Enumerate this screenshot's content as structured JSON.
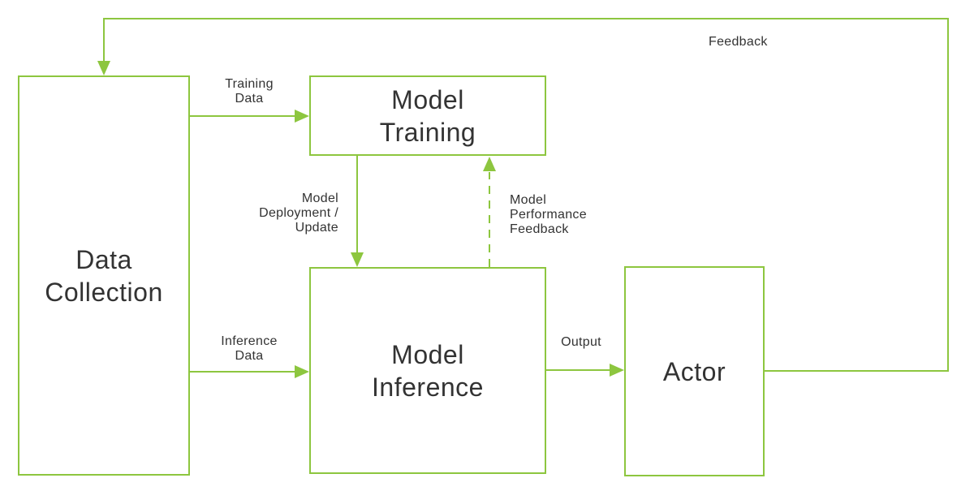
{
  "diagram": {
    "title": "ML model lifecycle flow diagram",
    "colors": {
      "accent": "#8DC63F",
      "text": "#333333",
      "background": "#FFFFFF"
    }
  },
  "nodes": {
    "data_collection": {
      "lines": [
        "Data",
        "Collection"
      ]
    },
    "model_training": {
      "lines": [
        "Model",
        "Training"
      ]
    },
    "model_inference": {
      "lines": [
        "Model",
        "Inference"
      ]
    },
    "actor": {
      "lines": [
        "Actor"
      ]
    }
  },
  "edges": {
    "training_data": {
      "lines": [
        "Training",
        "Data"
      ],
      "style": "solid"
    },
    "inference_data": {
      "lines": [
        "Inference",
        "Data"
      ],
      "style": "solid"
    },
    "model_deployment_update": {
      "lines": [
        "Model",
        "Deployment /",
        "Update"
      ],
      "style": "solid"
    },
    "model_performance_feedback": {
      "lines": [
        "Model",
        "Performance",
        "Feedback"
      ],
      "style": "dashed"
    },
    "output": {
      "lines": [
        "Output"
      ],
      "style": "solid"
    },
    "feedback": {
      "lines": [
        "Feedback"
      ],
      "style": "solid"
    }
  }
}
